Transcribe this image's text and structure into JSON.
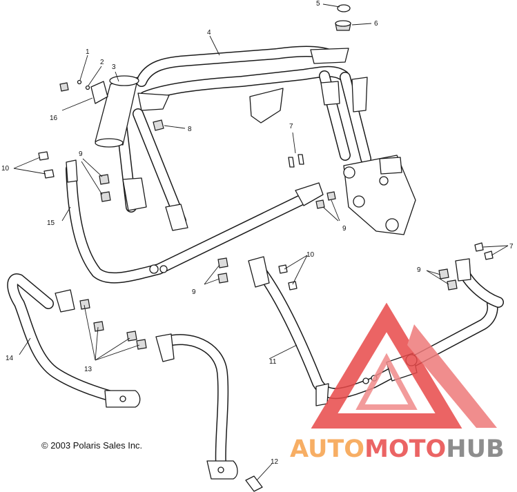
{
  "callouts": [
    "1",
    "2",
    "3",
    "4",
    "5",
    "6",
    "7",
    "8",
    "9",
    "10",
    "11",
    "12",
    "13",
    "14",
    "15",
    "16"
  ],
  "copyright": "© 2003 Polaris Sales Inc.",
  "watermark": {
    "word1": "AUTO",
    "word2": "MOTO",
    "word3": "HUB",
    "colors": {
      "orange": "#f6a04a",
      "red": "#e84a4a",
      "gray": "#7a7a7a"
    }
  }
}
